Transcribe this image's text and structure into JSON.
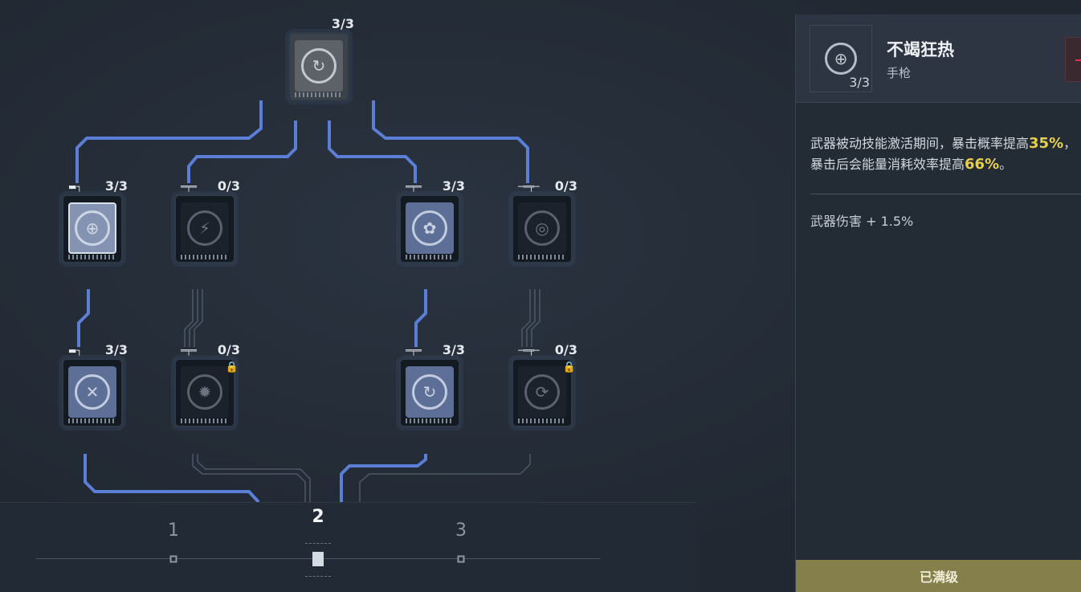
{
  "tree": {
    "top": {
      "count": "3/3",
      "icon": "ammo-cycle-icon",
      "state": "active"
    },
    "nodes": [
      {
        "count": "3/3",
        "icon": "crosshair-icon",
        "glyph": "⊕",
        "weapon": "pistol",
        "state": "selected",
        "locked": false
      },
      {
        "count": "0/3",
        "icon": "battery-icon",
        "glyph": "⚡",
        "weapon": "rifle",
        "state": "inactive",
        "locked": false
      },
      {
        "count": "3/3",
        "icon": "revolver-cylinder-icon",
        "glyph": "✿",
        "weapon": "rifle",
        "state": "active",
        "locked": false
      },
      {
        "count": "0/3",
        "icon": "scope-icon",
        "glyph": "◎",
        "weapon": "sniper",
        "state": "inactive",
        "locked": false
      },
      {
        "count": "3/3",
        "icon": "demon-skull-icon",
        "glyph": "✕",
        "weapon": "pistol",
        "state": "active",
        "locked": false
      },
      {
        "count": "0/3",
        "icon": "bullet-burst-icon",
        "glyph": "✹",
        "weapon": "rifle",
        "state": "inactive",
        "locked": true
      },
      {
        "count": "3/3",
        "icon": "bullet-reload-icon",
        "glyph": "↻",
        "weapon": "rifle",
        "state": "active",
        "locked": false
      },
      {
        "count": "0/3",
        "icon": "magazine-reload-icon",
        "glyph": "⟳",
        "weapon": "sniper",
        "state": "inactive",
        "locked": true
      }
    ]
  },
  "pager": {
    "pages": [
      "1",
      "2",
      "3"
    ],
    "current": 2
  },
  "detail": {
    "title": "不竭狂热",
    "subtitle": "手枪",
    "count": "3/3",
    "desc_a": "武器被动技能激活期间，暴击概率提高",
    "hl1": "35%",
    "desc_b": "，暴击后会能量消耗效率提高",
    "hl2": "66%",
    "desc_c": "。",
    "stat": "武器伤害 + 1.5%",
    "button": "已满级"
  },
  "colors": {
    "link_active": "#5b7fd6",
    "highlight": "#e7cf4a",
    "max_button": "#857f4c"
  }
}
